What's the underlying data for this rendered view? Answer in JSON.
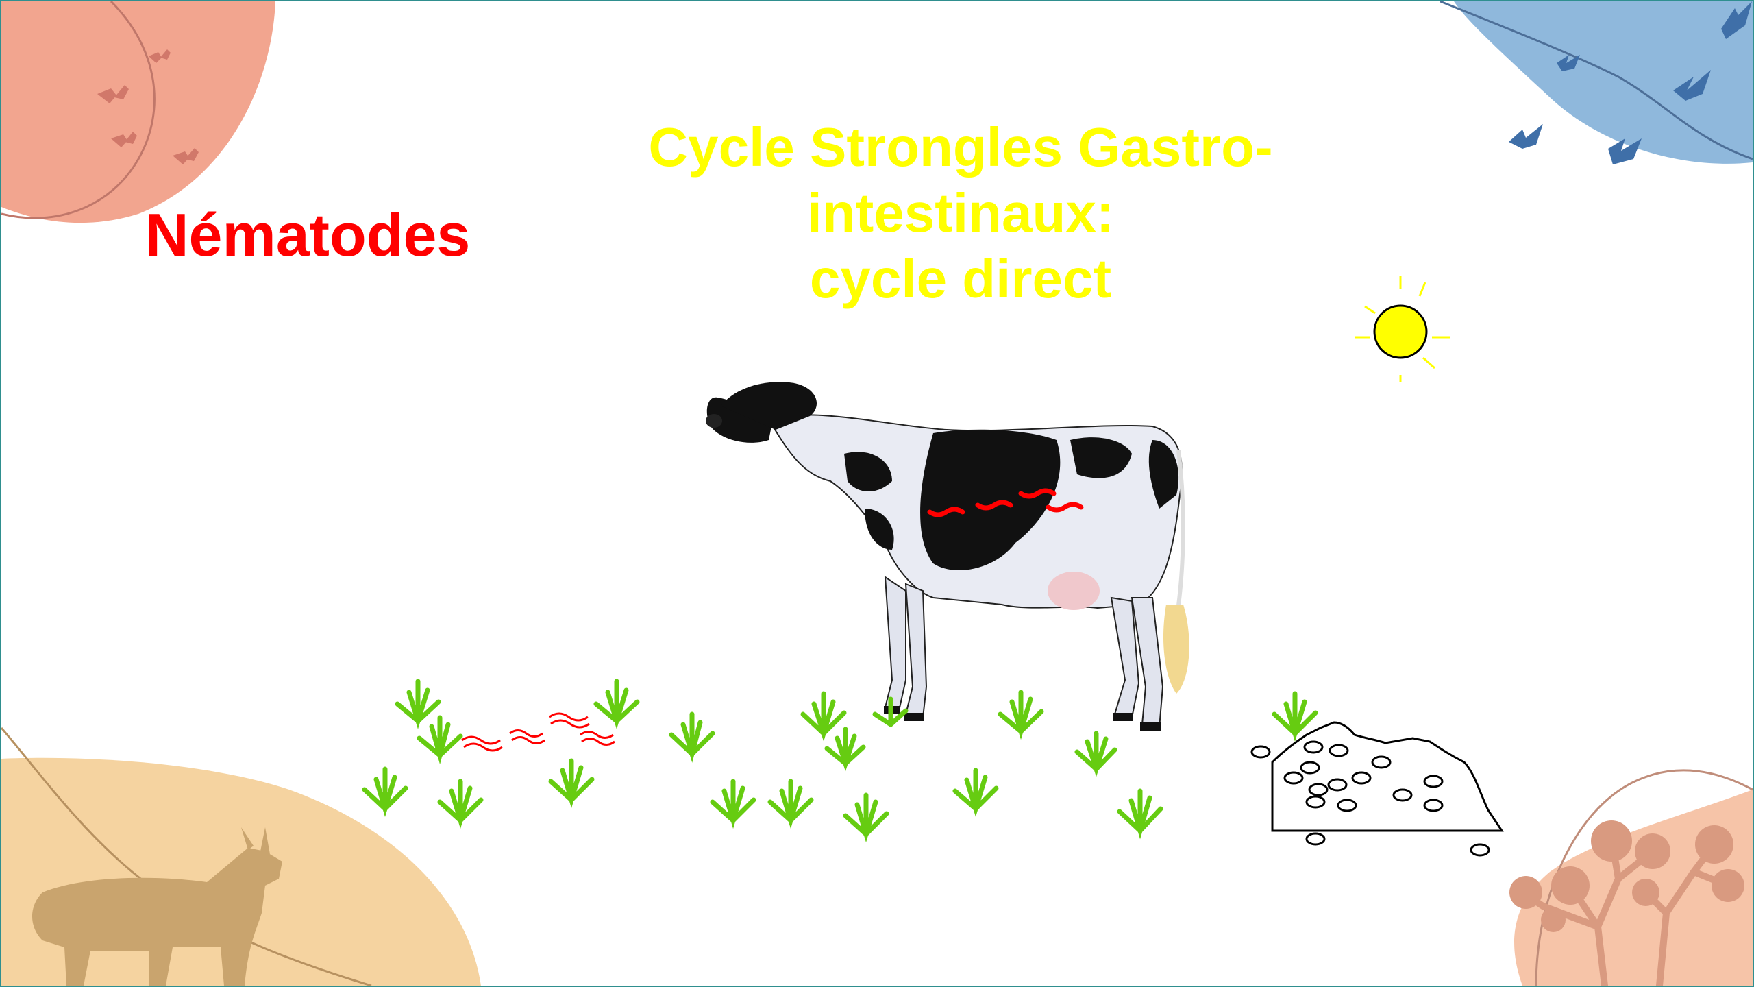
{
  "diagram": {
    "label": "Nématodes",
    "title_lines": [
      "Cycle Strongles Gastro-",
      "intestinaux:",
      "cycle direct"
    ]
  },
  "colors": {
    "label": "#ff0000",
    "title": "#ffff00",
    "grass": "#66cc11",
    "worm": "#ff0000",
    "sun": "#ffff00",
    "blob_topleft": "#f2a58f",
    "blob_topright": "#8fb8dc",
    "blob_bottomleft": "#f5d3a0",
    "blob_bottomright": "#f6c4a8"
  },
  "icons": [
    "butterfly-icon",
    "bird-icon",
    "donkey-icon",
    "tree-icon",
    "sun-icon",
    "cow-icon",
    "grass-icon",
    "larva-icon",
    "dung-icon",
    "egg-icon"
  ]
}
